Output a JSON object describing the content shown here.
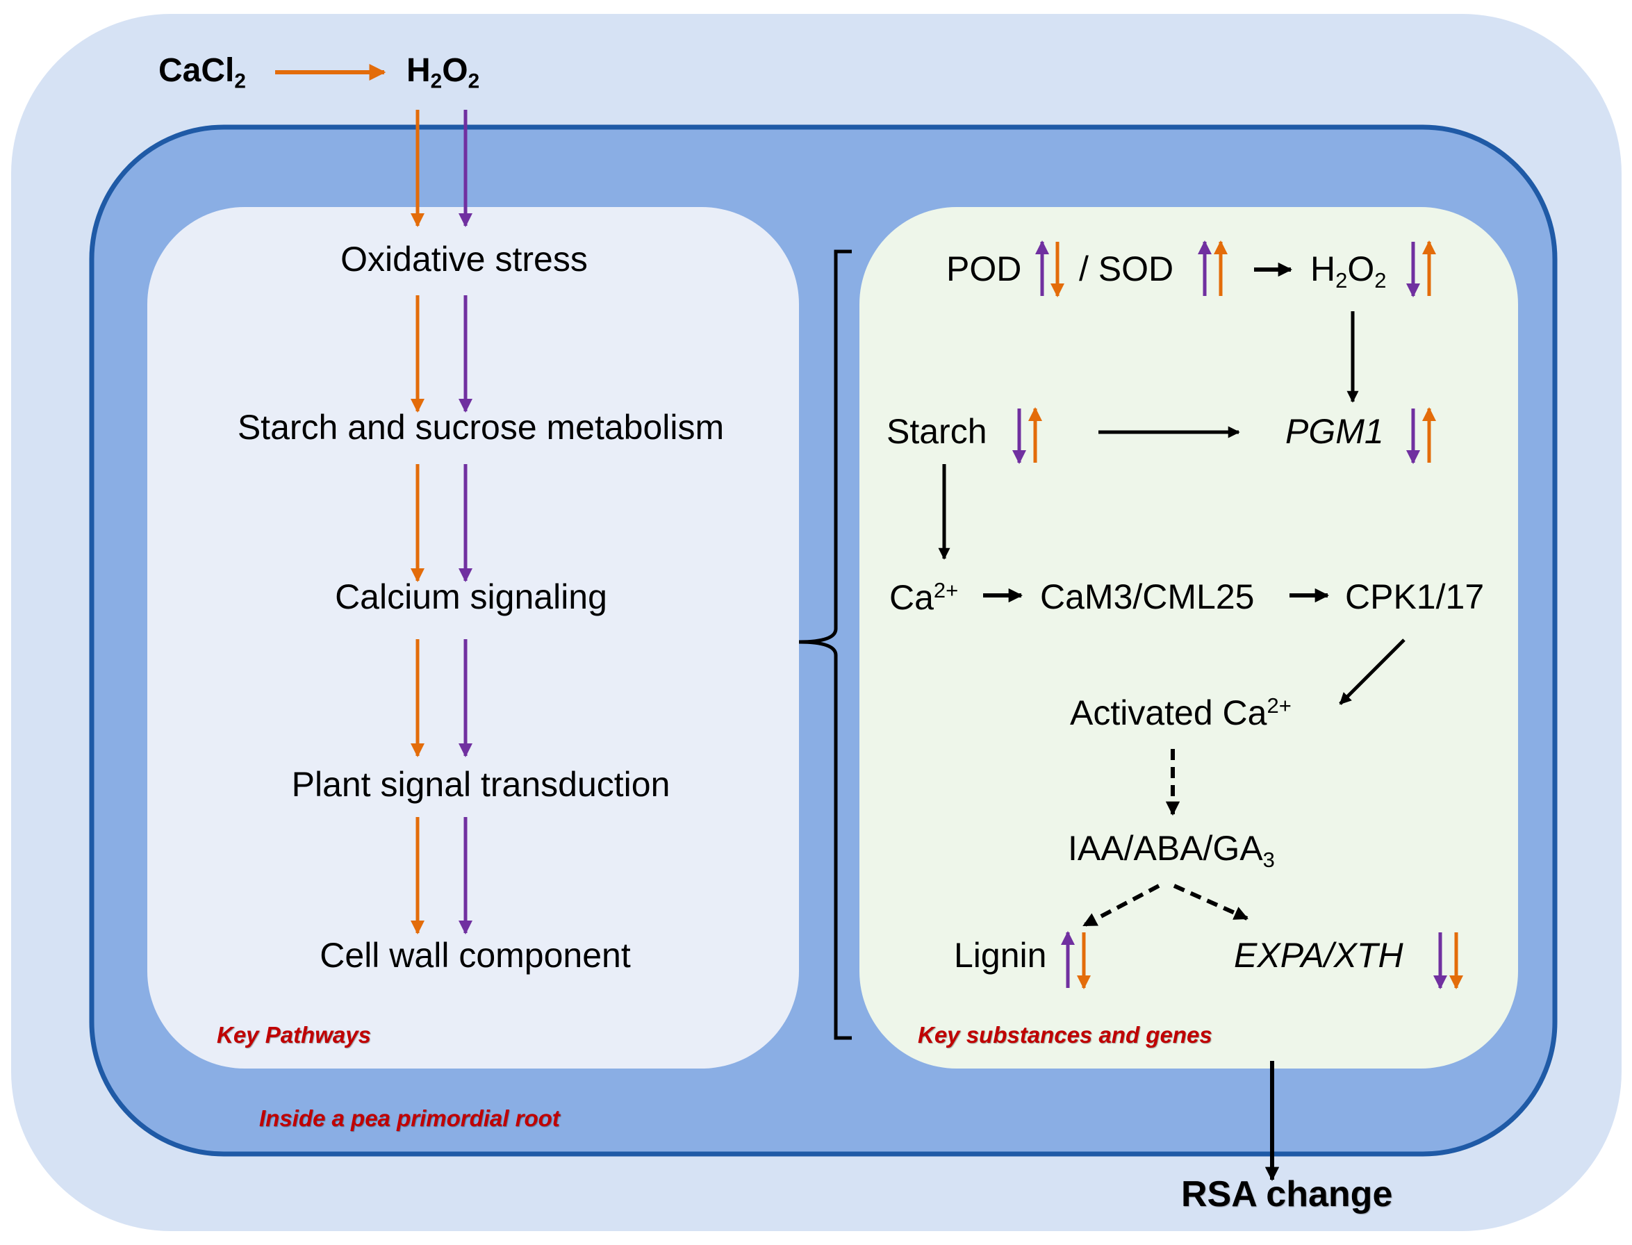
{
  "colors": {
    "outer_bg": "#d6e2f4",
    "cell_fill": "#8aaee4",
    "cell_border": "#1f5aa6",
    "left_panel": "#e9eef8",
    "right_panel": "#eef6ea",
    "orange_arrow": "#e36c0a",
    "purple_arrow": "#7030a0",
    "note_red": "#c00000"
  },
  "top": {
    "cacl2": {
      "main": "CaCl",
      "sub": "2"
    },
    "h2o2": {
      "a": "H",
      "sub1": "2",
      "b": "O",
      "sub2": "2"
    }
  },
  "pathways": {
    "items": [
      "Oxidative stress",
      "Starch and sucrose metabolism",
      "Calcium signaling",
      "Plant signal transduction",
      "Cell wall component"
    ],
    "note": "Key Pathways"
  },
  "substances": {
    "pod": "POD",
    "slash_sod": "/ SOD",
    "h2o2": {
      "a": "H",
      "sub1": "2",
      "b": "O",
      "sub2": "2"
    },
    "starch": "Starch",
    "pgm1": "PGM1",
    "ca": {
      "main": "Ca",
      "sup": "2+"
    },
    "cam": "CaM3/CML25",
    "cpk": "CPK1/17",
    "activated": {
      "main": "Activated Ca",
      "sup": "2+"
    },
    "hormones": {
      "main": "IAA/ABA/GA",
      "sub": "3"
    },
    "lignin": "Lignin",
    "expa": "EXPA/XTH",
    "note": "Key substances and genes"
  },
  "cell_note": "Inside a pea primordial root",
  "result": "RSA change"
}
